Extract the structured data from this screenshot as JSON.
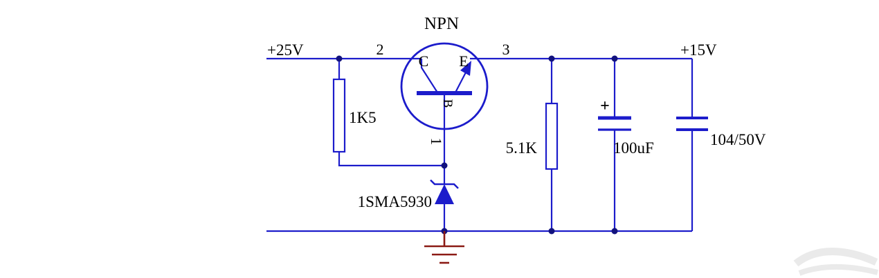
{
  "title": "NPN series voltage regulator schematic",
  "colors": {
    "wire": "#1c1ccb",
    "component": "#1c1ccb",
    "junction": "#12127e",
    "text": "#000000",
    "power_label": "#8b2020",
    "ground": "#8b1a14"
  },
  "labels": {
    "transistor_type": "NPN",
    "pin_collector_name": "C",
    "pin_emitter_name": "E",
    "pin_base_name": "B",
    "pin_collector_number": "2",
    "pin_emitter_number": "3",
    "pin_base_number": "1",
    "input_rail": "+25V",
    "output_rail": "+15V",
    "resistor_r1_value": "1K5",
    "resistor_r2_value": "5.1K",
    "capacitor_c1_value": "100uF",
    "capacitor_c1_polarity": "+",
    "capacitor_c2_value": "104/50V",
    "zener_diode_part": "1SMA5930"
  }
}
